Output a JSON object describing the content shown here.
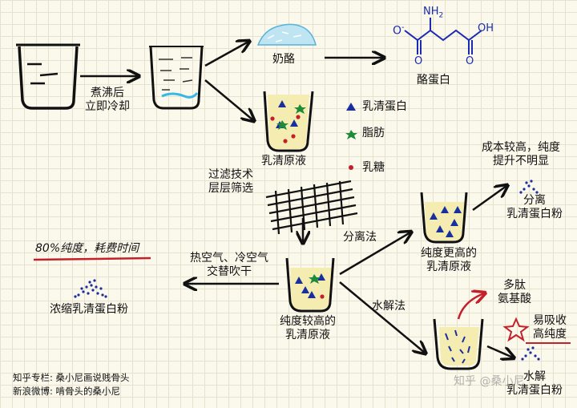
{
  "steps": {
    "boil_cool": [
      "煮沸后",
      "立即冷却"
    ],
    "casein_label": "奶酪",
    "casein_protein": "酪蛋白",
    "whey_liquid": "乳清原液",
    "filter": [
      "过滤技术",
      "层层筛选"
    ],
    "higher_purity_liquid": [
      "纯度较高的",
      "乳清原液"
    ],
    "hot_cold_air": [
      "热空气、冷空气",
      "交替吹干"
    ],
    "concentrate_powder": "浓缩乳清蛋白粉",
    "concentrate_note": "80%纯度，耗费时间",
    "separation_method": "分离法",
    "highest_purity_liquid": [
      "纯度更高的",
      "乳清原液"
    ],
    "separation_note": [
      "成本较高，纯度",
      "提升不明显"
    ],
    "isolate_powder": [
      "分离",
      "乳清蛋白粉"
    ],
    "hydrolysis_method": "水解法",
    "peptides": [
      "多肽",
      "氨基酸"
    ],
    "hydrolysis_note": [
      "易吸收",
      "高纯度"
    ],
    "hydrolyzed_powder": [
      "水解",
      "乳清蛋白粉"
    ]
  },
  "molecule": {
    "charge": "O",
    "superscript": "-",
    "amine": "NH",
    "amine_sub": "2",
    "acid": "OH",
    "carbonyl_left": "O",
    "carbonyl_right": "O"
  },
  "legend": [
    {
      "label": "乳清蛋白",
      "symbol": "triangle",
      "color": "#1a2f9e"
    },
    {
      "label": "脂肪",
      "symbol": "star",
      "color": "#1e8a3a"
    },
    {
      "label": "乳糖",
      "symbol": "dot",
      "color": "#c4202a"
    }
  ],
  "credits": [
    {
      "key": "知乎专栏:",
      "value": "桑小尼画说贱骨头"
    },
    {
      "key": "新浪微博:",
      "value": "啃骨头的桑小尼"
    }
  ],
  "watermark": "知乎 @桑小尼",
  "colors": {
    "liquid": "#f4ecb0",
    "accent_red": "#d0202a",
    "ink_blue": "#1a2bb0"
  }
}
